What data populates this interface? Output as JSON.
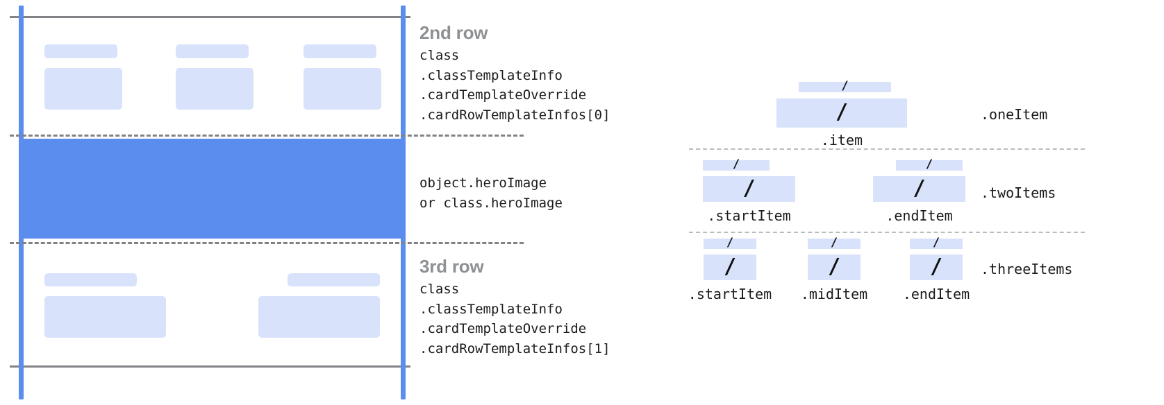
{
  "card_diagram": {
    "name": "card-row-template-diagram",
    "rows": [
      {
        "id": "row-2",
        "heading": "2nd row",
        "code_lines": [
          "class",
          ".classTemplateInfo",
          ".cardTemplateOverride",
          ".cardRowTemplateInfos[0]"
        ],
        "columns": 3
      },
      {
        "id": "row-hero",
        "heading": "",
        "code_lines": [
          "object.heroImage",
          "or class.heroImage"
        ],
        "columns": 0
      },
      {
        "id": "row-3",
        "heading": "3rd row",
        "code_lines": [
          "class",
          ".classTemplateInfo",
          ".cardTemplateOverride",
          ".cardRowTemplateInfos[1]"
        ],
        "columns": 2
      }
    ]
  },
  "item_diagram": {
    "name": "row-item-layout-diagram",
    "slash_glyph": "/",
    "groups": [
      {
        "id": "one-item",
        "label": ".oneItem",
        "items": [
          {
            "label": ".item"
          }
        ]
      },
      {
        "id": "two-items",
        "label": ".twoItems",
        "items": [
          {
            "label": ".startItem"
          },
          {
            "label": ".endItem"
          }
        ]
      },
      {
        "id": "three-items",
        "label": ".threeItems",
        "items": [
          {
            "label": ".startItem"
          },
          {
            "label": ".midItem"
          },
          {
            "label": ".endItem"
          }
        ]
      }
    ]
  },
  "colors": {
    "accent_blue": "#5b8def",
    "placeholder_blue": "#d9e2fb",
    "rule_gray": "#808285",
    "heading_gray": "#8e9194",
    "text_black": "#1b1b1b"
  }
}
